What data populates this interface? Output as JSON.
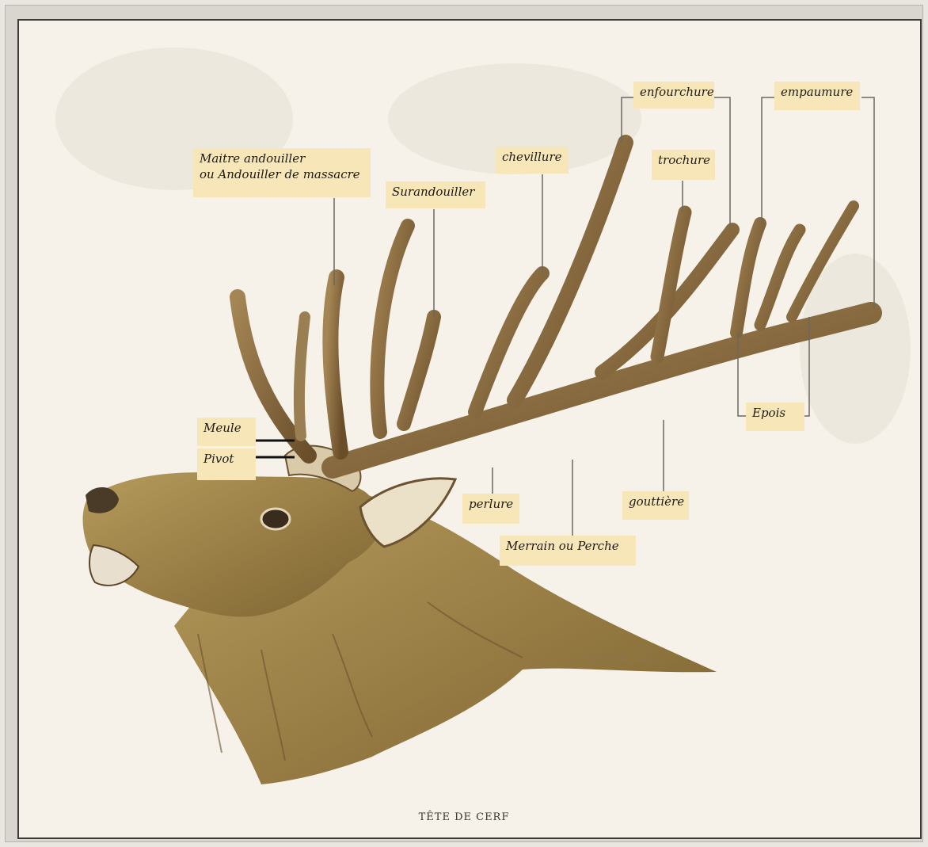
{
  "labels": {
    "maitre": "Maitre andouiller\nou Andouiller de massacre",
    "surandouiller": "Surandouiller",
    "chevillure": "chevillure",
    "enfourchure": "enfourchure",
    "trochure": "trochure",
    "empaumure": "empaumure",
    "epois": "Epois",
    "meule": "Meule",
    "pivot": "Pivot",
    "perlure": "perlure",
    "gouttiere": "gouttière",
    "merrain": "Merrain  ou  Perche"
  },
  "caption": "TÊTE DE CERF",
  "colors": {
    "label_bg": "#f7e7b8",
    "antler": "#8b6a3c",
    "fur": "#a0823f",
    "paper": "#f6f2ea"
  }
}
